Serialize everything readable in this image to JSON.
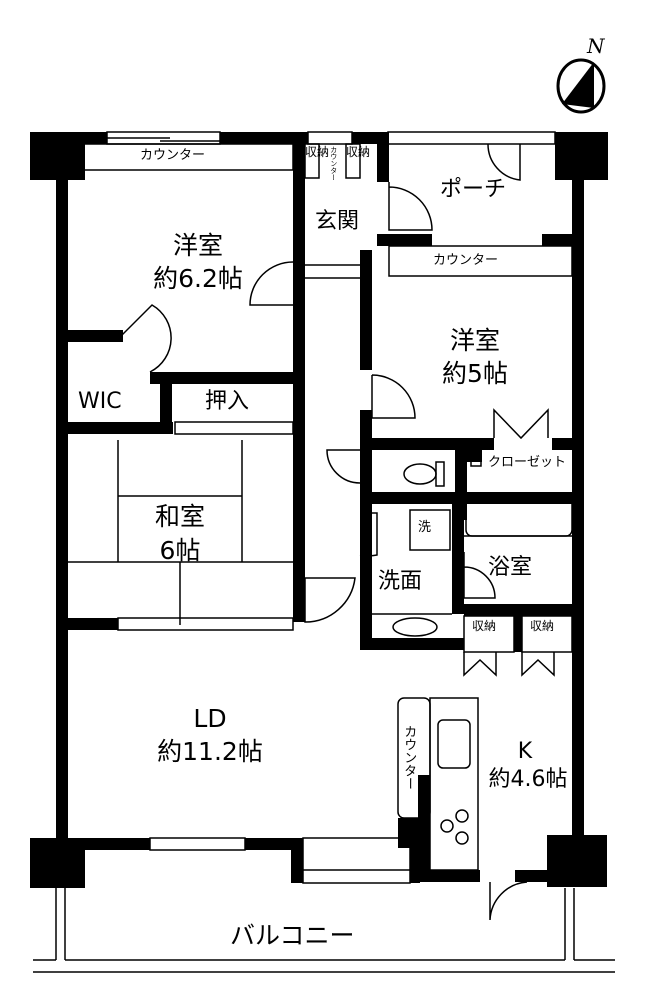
{
  "compass": {
    "label": "N",
    "icon": "north-arrow-icon"
  },
  "rooms": {
    "western_room_1": {
      "name": "洋室",
      "size": "約6.2帖"
    },
    "western_room_2": {
      "name": "洋室",
      "size": "約5帖"
    },
    "japanese_room": {
      "name": "和室",
      "size": "6帖"
    },
    "ld": {
      "name": "LD",
      "size": "約11.2帖"
    },
    "kitchen": {
      "name": "K",
      "size": "約4.6帖"
    },
    "entrance": {
      "name": "玄関"
    },
    "porch": {
      "name": "ポーチ"
    },
    "wic": {
      "name": "WIC"
    },
    "oshiire": {
      "name": "押入"
    },
    "washroom": {
      "name": "洗面"
    },
    "washer": {
      "name": "洗"
    },
    "bathroom": {
      "name": "浴室"
    },
    "closet": {
      "name": "クローゼット"
    },
    "balcony": {
      "name": "バルコニー"
    }
  },
  "fixtures": {
    "counter_room1": "カウンター",
    "counter_room2": "カウンター",
    "counter_entrance": "カウンター",
    "counter_kitchen": "カウンター",
    "storage_entrance_left": "収納",
    "storage_entrance_right": "収納",
    "storage_bath_left": "収納",
    "storage_bath_right": "収納"
  }
}
